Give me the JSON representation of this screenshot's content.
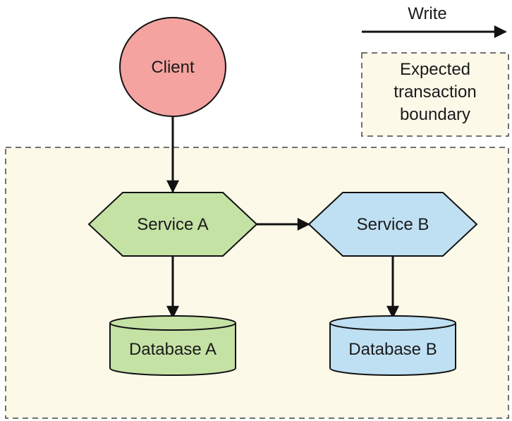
{
  "legend": {
    "write_label": "Write",
    "boundary_lines": [
      "Expected",
      "transaction",
      "boundary"
    ]
  },
  "nodes": {
    "client": "Client",
    "service_a": "Service A",
    "service_b": "Service B",
    "database_a": "Database A",
    "database_b": "Database B"
  },
  "colors": {
    "client_fill": "#f4a3a0",
    "service_a_fill": "#c5e2a5",
    "database_a_fill": "#c5e2a5",
    "service_b_fill": "#bfe0f3",
    "database_b_fill": "#bfe0f3",
    "boundary_fill": "#fdf9e9",
    "stroke": "#111111"
  }
}
